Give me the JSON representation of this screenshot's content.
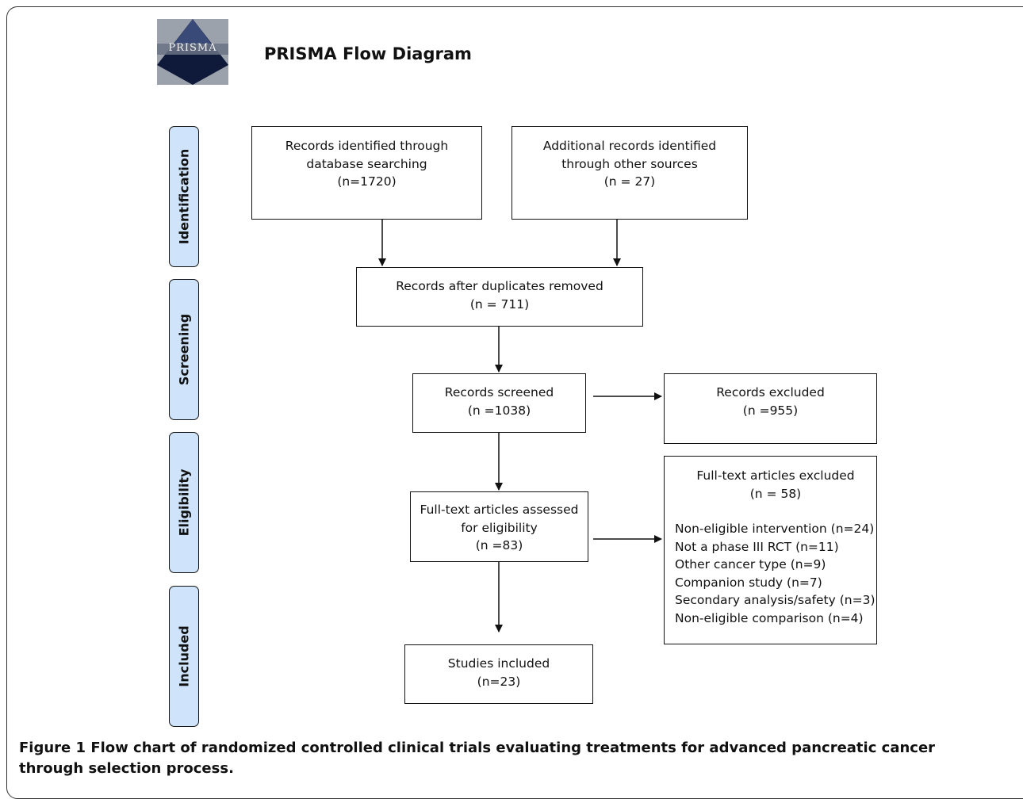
{
  "header": {
    "logo_text": "PRISMA",
    "title": "PRISMA Flow Diagram"
  },
  "phases": [
    {
      "label": "Identification"
    },
    {
      "label": "Screening"
    },
    {
      "label": "Eligibility"
    },
    {
      "label": "Included"
    }
  ],
  "boxes": {
    "database": {
      "lines": [
        "Records identified through",
        "database searching",
        "(n=1720)"
      ]
    },
    "other_sources": {
      "lines": [
        "Additional records identified",
        "through other sources",
        "(n = 27)"
      ]
    },
    "dedup": {
      "lines": [
        "Records after duplicates removed",
        "(n = 711)"
      ]
    },
    "screened": {
      "lines": [
        "Records screened",
        "(n =1038)"
      ]
    },
    "excluded": {
      "lines": [
        "Records excluded",
        "(n =955)"
      ]
    },
    "fulltext": {
      "lines": [
        "Full-text articles assessed",
        "for eligibility",
        "(n =83)"
      ]
    },
    "fulltext_excluded": {
      "heading": [
        "Full-text articles excluded",
        "(n = 58)"
      ],
      "reasons": [
        "Non-eligible intervention (n=24)",
        "Not a phase III RCT (n=11)",
        "Other cancer type  (n=9)",
        "Companion study (n=7)",
        "Secondary analysis/safety (n=3)",
        "Non-eligible comparison (n=4)"
      ]
    },
    "included": {
      "lines": [
        "Studies included",
        "(n=23)"
      ]
    }
  },
  "caption": {
    "label": "Figure 1",
    "text": " Flow chart of randomized controlled clinical trials evaluating treatments for advanced pancreatic cancer through selection process."
  }
}
